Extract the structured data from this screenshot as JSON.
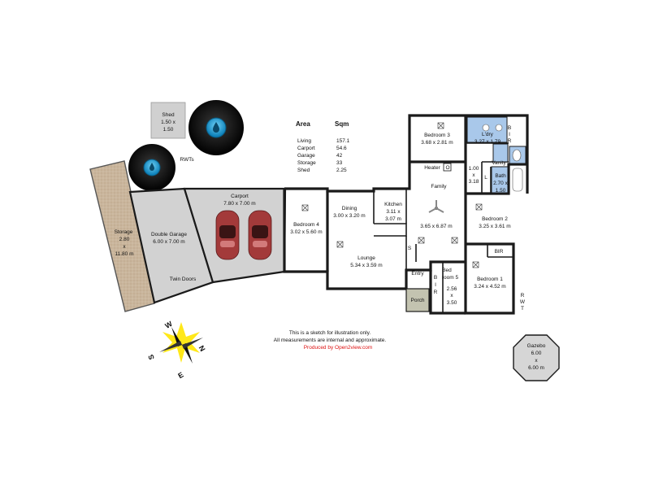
{
  "colors": {
    "wall": "#1a1a1a",
    "garage_fill": "#d2d2d2",
    "storage_fill": "#c9b59c",
    "wet_area_fill": "#a9c8ea",
    "porch_fill": "#c3c3b0",
    "shed_fill": "#d0d0d0",
    "gazebo_fill": "#d6d6d6",
    "car_body": "#a33a3a",
    "tank_outer": "#0d0d0d",
    "tank_inner": "#1aa0d8",
    "credit_text": "#dd1111"
  },
  "rooms": {
    "shed": {
      "name": "Shed",
      "dim1": "1.50 x",
      "dim2": "1.50"
    },
    "rwts": {
      "name": "RWTs"
    },
    "storage": {
      "name": "Storage",
      "dim1": "2.80",
      "dim2": "x",
      "dim3": "11.80 m"
    },
    "double_garage": {
      "name": "Double Garage",
      "dim": "6.00 x 7.00 m"
    },
    "carport": {
      "name": "Carport",
      "dim": "7.80 x 7.00 m"
    },
    "twin_doors": {
      "name": "Twin Doors"
    },
    "bedroom4": {
      "name": "Bedroom 4",
      "dim": "3.02 x 5.60 m"
    },
    "dining": {
      "name": "Dining",
      "dim": "3.00 x 3.20 m"
    },
    "kitchen": {
      "name": "Kitchen",
      "dim1": "3.11 x",
      "dim2": "3.07 m"
    },
    "lounge": {
      "name": "Lounge",
      "dim": "5.34 x 3.59 m"
    },
    "heater": {
      "name": "Heater",
      "mark": "O"
    },
    "family": {
      "name": "Family",
      "dim": "3.65 x 6.87 m"
    },
    "bedroom3": {
      "name": "Bedroom 3",
      "dim": "3.68 x 2.81 m"
    },
    "ldry": {
      "name": "L'dry",
      "dim": "3.27 x 1.79"
    },
    "bir_top": {
      "l1": "B",
      "l2": "I",
      "l3": "R"
    },
    "vanity": {
      "name": "Vanity"
    },
    "hall_small": {
      "l1": "1.00",
      "l2": "x",
      "l3": "3.18"
    },
    "linen": {
      "name": "L"
    },
    "bath": {
      "name": "Bath",
      "dim1": "2.70 x",
      "dim2": "1.50"
    },
    "bedroom2": {
      "name": "Bedroom 2",
      "dim": "3.25 x 3.61 m"
    },
    "bir_mid": {
      "name": "BIR"
    },
    "bedroom1": {
      "name": "Bedroom 1",
      "dim": "3.24 x 4.52 m"
    },
    "rwt_side": {
      "l1": "R",
      "l2": "W",
      "l3": "T"
    },
    "entry": {
      "name": "Entry"
    },
    "bedroom5": {
      "name1": "Bed",
      "name2": "room 5",
      "dim1": "2.56",
      "dim2": "x",
      "dim3": "3.50"
    },
    "bir_bed5": {
      "l1": "B",
      "l2": "I",
      "l3": "R"
    },
    "porch": {
      "name": "Porch"
    },
    "s_cupboard": {
      "name": "S"
    },
    "gazebo": {
      "name": "Gazebo",
      "dim1": "6.00",
      "dim2": "x",
      "dim3": "6.00 m"
    }
  },
  "area_table": {
    "header_area": "Area",
    "header_sqm": "Sqm",
    "rows": [
      {
        "label": "Living",
        "value": "157.1"
      },
      {
        "label": "Carport",
        "value": "54.6"
      },
      {
        "label": "Garage",
        "value": "42"
      },
      {
        "label": "Storage",
        "value": "33"
      },
      {
        "label": "Shed",
        "value": "2.25"
      }
    ]
  },
  "notes": {
    "line1": "This is a sketch for illustration only.",
    "line2": "All measurements are internal and approximate.",
    "credit": "Produced by Open2view.com"
  },
  "compass": {
    "w": "W",
    "n": "N",
    "s": "S",
    "e": "E"
  }
}
